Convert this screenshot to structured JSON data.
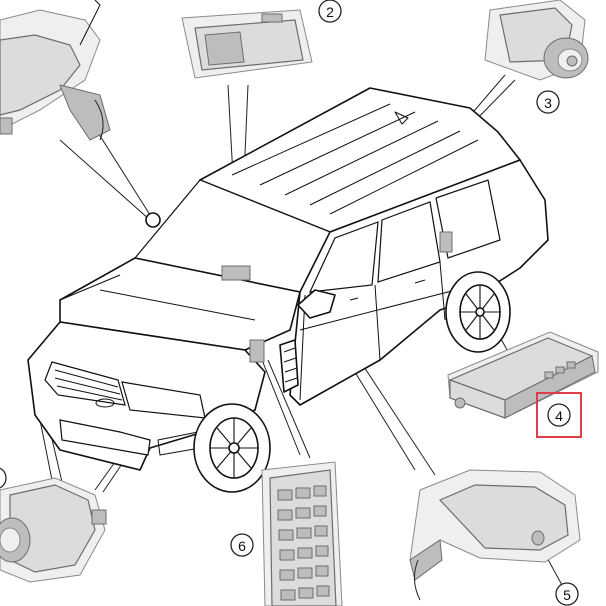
{
  "figure": {
    "callouts": [
      {
        "id": "c2",
        "label": "2"
      },
      {
        "id": "c3",
        "label": "3"
      },
      {
        "id": "c4",
        "label": "4",
        "highlighted": true
      },
      {
        "id": "c5",
        "label": "5"
      },
      {
        "id": "c6",
        "label": "6"
      }
    ],
    "colors": {
      "line": "#111111",
      "component_fill": "#dcdcdc",
      "highlight": "#e03c4a"
    }
  }
}
